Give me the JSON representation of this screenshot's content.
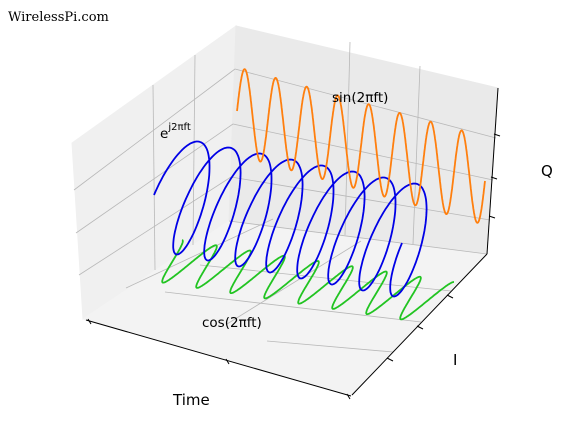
{
  "watermark": "WirelessPi.com",
  "chart_data": {
    "type": "line",
    "projection": "3d",
    "xlabel": "Time",
    "ylabel": "I",
    "zlabel": "Q",
    "grid": true,
    "cycles": 8,
    "series": [
      {
        "function": "cos",
        "annotation": "cos(2πft)",
        "color": "#22c422",
        "plane": "time-I (projected onto Q floor)"
      },
      {
        "function": "exp",
        "annotation_base": "e",
        "annotation_exponent": "j2πft",
        "color": "#0000e6",
        "plane": "3D helix (time, I, Q)"
      },
      {
        "function": "sin",
        "annotation": "sin(2πft)",
        "color": "#ff7f0e",
        "plane": "time-Q (projected onto back I wall)"
      }
    ]
  }
}
